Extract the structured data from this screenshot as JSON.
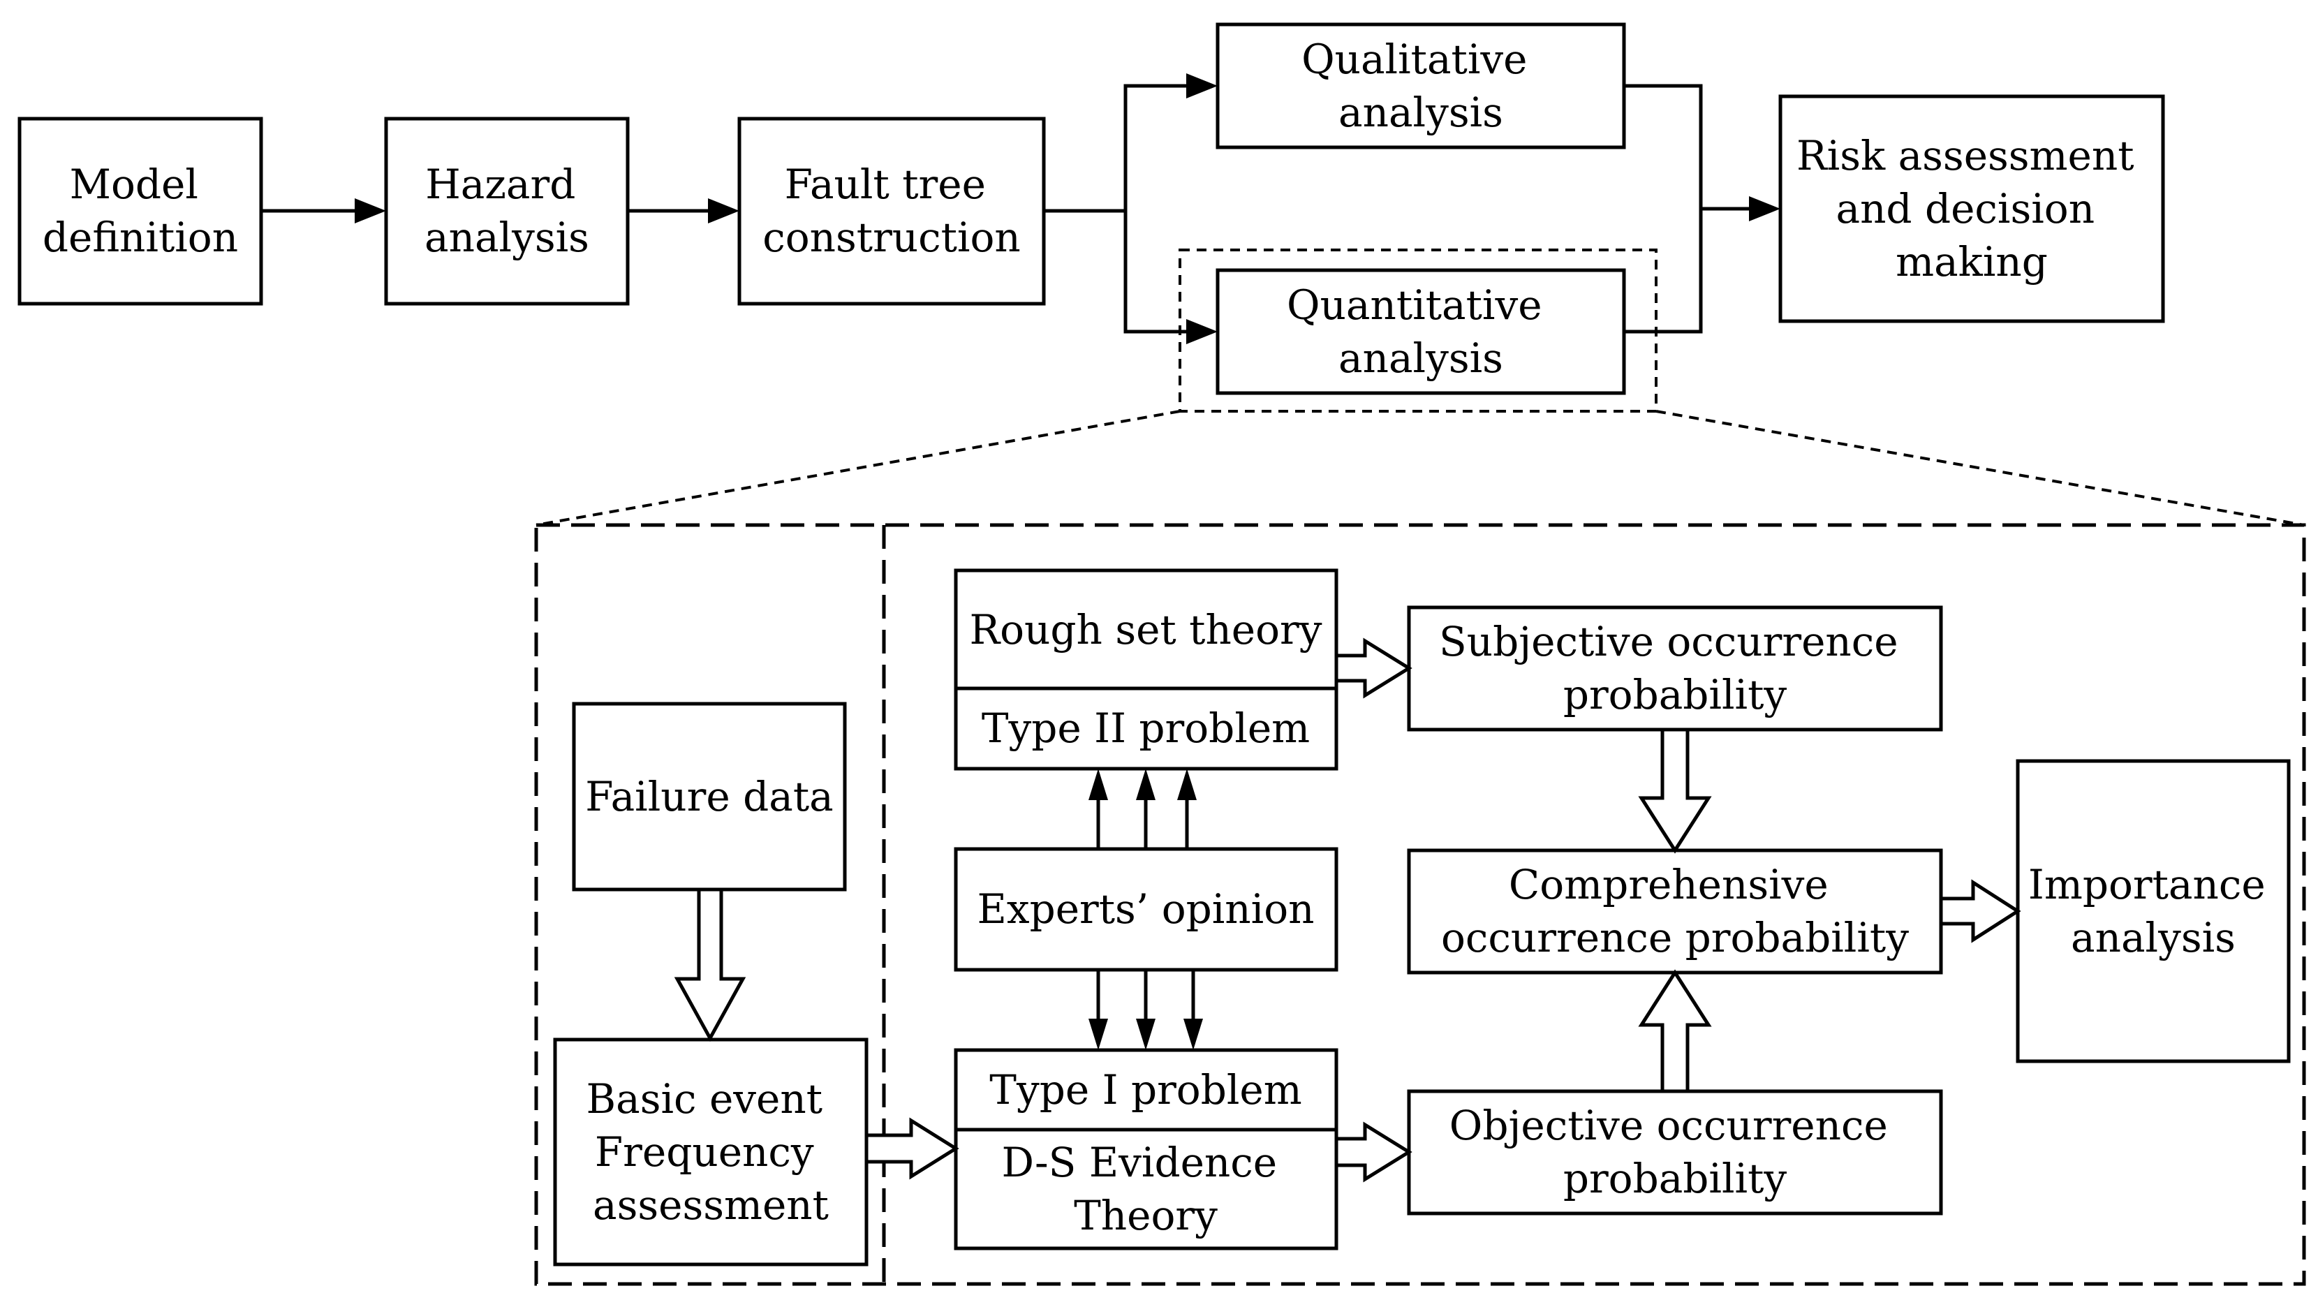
{
  "nodes": {
    "model_definition": [
      "Model",
      "definition"
    ],
    "hazard_analysis": [
      "Hazard",
      "analysis"
    ],
    "fault_tree_construction": [
      "Fault tree",
      "construction"
    ],
    "qualitative_analysis": [
      "Qualitative",
      "analysis"
    ],
    "quantitative_analysis": [
      "Quantitative",
      "analysis"
    ],
    "risk_assessment": [
      "Risk assessment",
      "and decision",
      "making"
    ],
    "failure_data": [
      "Failure data"
    ],
    "basic_event_frequency": [
      "Basic event",
      "Frequency",
      "assessment"
    ],
    "rough_set_theory": [
      "Rough set theory"
    ],
    "type_ii_problem": [
      "Type II problem"
    ],
    "experts_opinion": [
      "Experts’ opinion"
    ],
    "type_i_problem": [
      "Type I problem"
    ],
    "ds_evidence_theory": [
      "D-S Evidence",
      "Theory"
    ],
    "subjective_probability": [
      "Subjective occurrence",
      "probability"
    ],
    "comprehensive_probability": [
      "Comprehensive",
      "occurrence probability"
    ],
    "objective_probability": [
      "Objective occurrence",
      "probability"
    ],
    "importance_analysis": [
      "Importance",
      "analysis"
    ]
  }
}
